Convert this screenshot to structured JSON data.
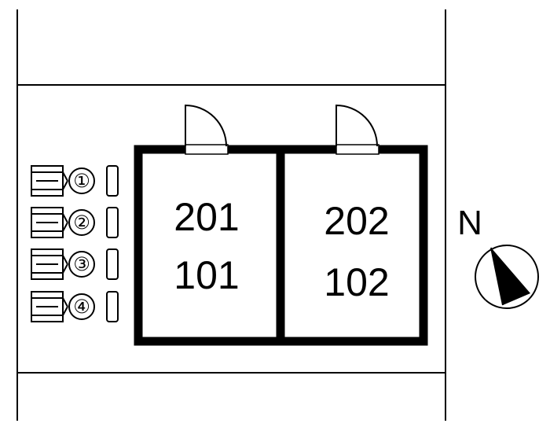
{
  "units": [
    {
      "upper": "201",
      "lower": "101"
    },
    {
      "upper": "202",
      "lower": "102"
    }
  ],
  "parking": {
    "slots": [
      "①",
      "②",
      "③",
      "④"
    ]
  },
  "compass": {
    "label": "N"
  },
  "colors": {
    "line": "#000000",
    "background": "#ffffff"
  }
}
